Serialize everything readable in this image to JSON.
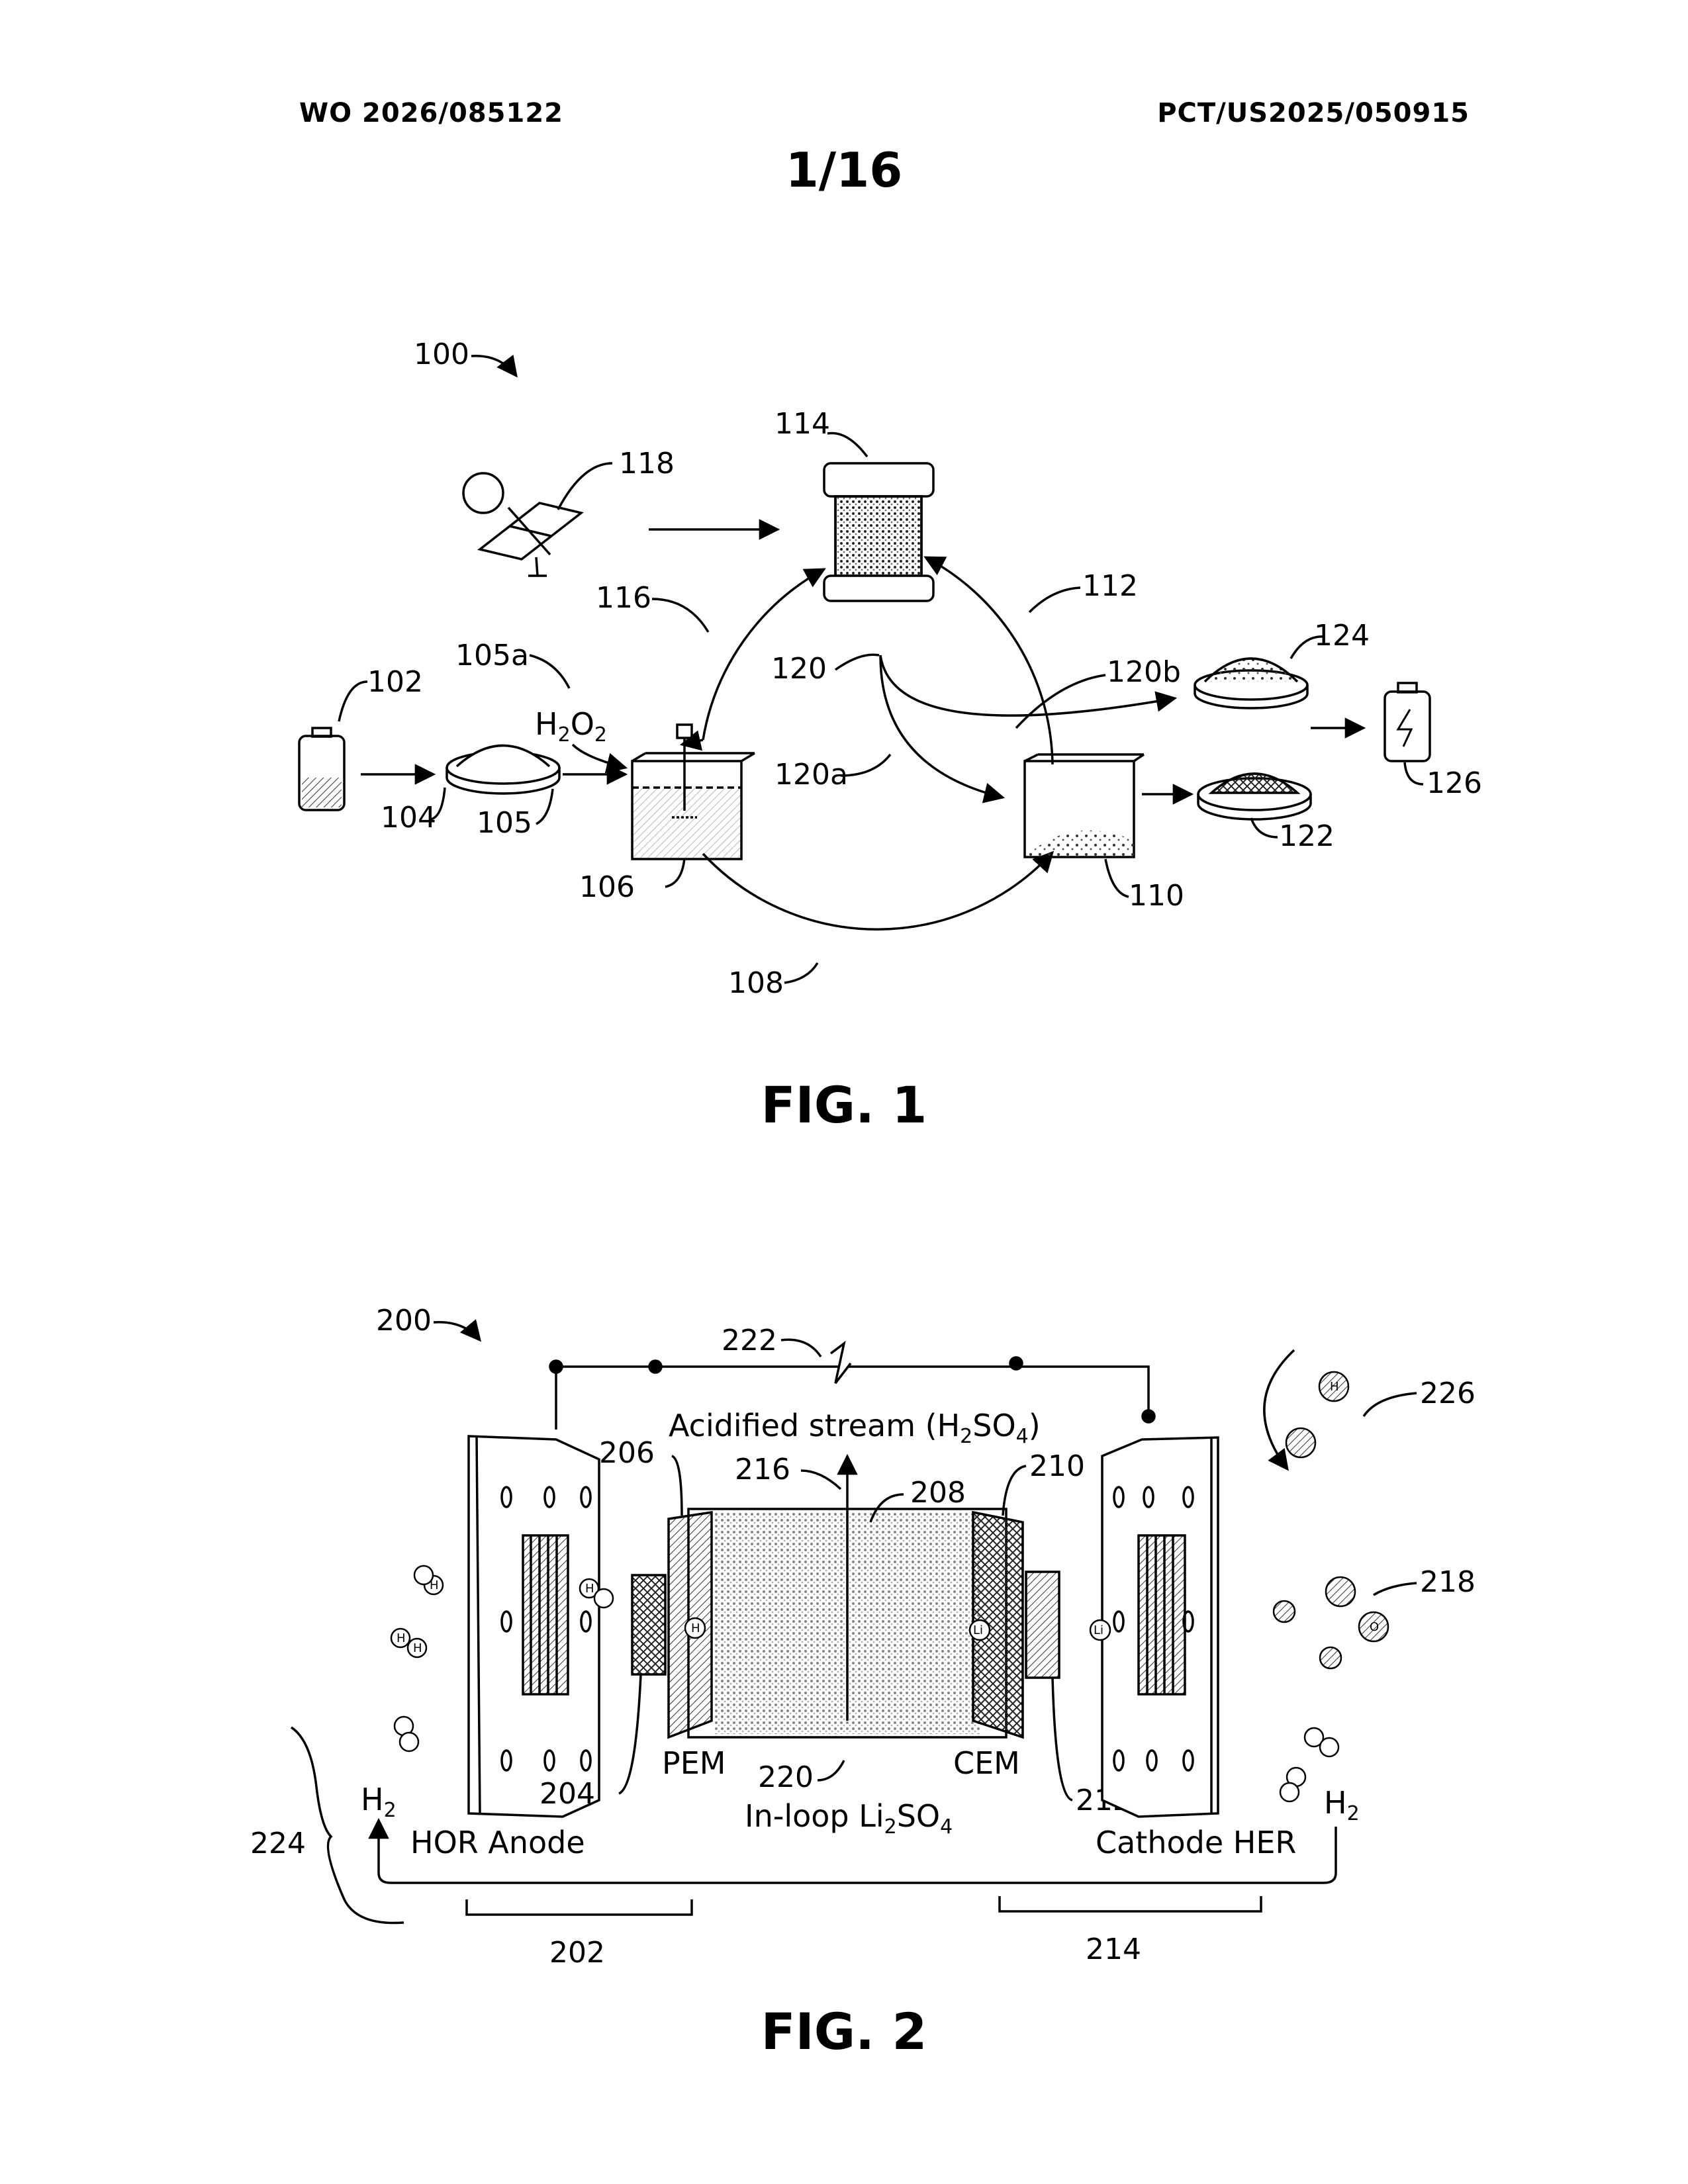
{
  "header": {
    "publication_number": "WO 2026/085122",
    "application_number": "PCT/US2025/050915",
    "sheet": "1/16"
  },
  "fig1": {
    "caption": "FIG. 1",
    "refs": {
      "r100": "100",
      "r102": "102",
      "r104": "104",
      "r105": "105",
      "r105a": "105a",
      "r106": "106",
      "r108": "108",
      "r110": "110",
      "r112": "112",
      "r114": "114",
      "r116": "116",
      "r118": "118",
      "r120": "120",
      "r120a": "120a",
      "r120b": "120b",
      "r122": "122",
      "r124": "124",
      "r126": "126"
    },
    "reagent": {
      "base": "H",
      "sub1": "2",
      "mid": "O",
      "sub2": "2"
    }
  },
  "fig2": {
    "caption": "FIG. 2",
    "refs": {
      "r200": "200",
      "r202": "202",
      "r204": "204",
      "r206": "206",
      "r208": "208",
      "r210": "210",
      "r212": "212",
      "r214": "214",
      "r216": "216",
      "r218": "218",
      "r220": "220",
      "r222": "222",
      "r224": "224",
      "r226": "226"
    },
    "labels": {
      "acid_pre": "Acidified stream (H",
      "acid_sub1": "2",
      "acid_mid": "SO",
      "acid_sub2": "4",
      "acid_post": ")",
      "pem": "PEM",
      "cem": "CEM",
      "inloop_pre": "In-loop Li",
      "inloop_sub1": "2",
      "inloop_mid": "SO",
      "inloop_sub2": "4",
      "hor_anode": "HOR Anode",
      "cathode_her": "Cathode HER",
      "h2_left_base": "H",
      "h2_left_sub": "2",
      "h2_right_base": "H",
      "h2_right_sub": "2"
    },
    "molecule_glyphs": {
      "hydrogen": "H",
      "lithium": "Li",
      "oxygen": "O"
    }
  }
}
